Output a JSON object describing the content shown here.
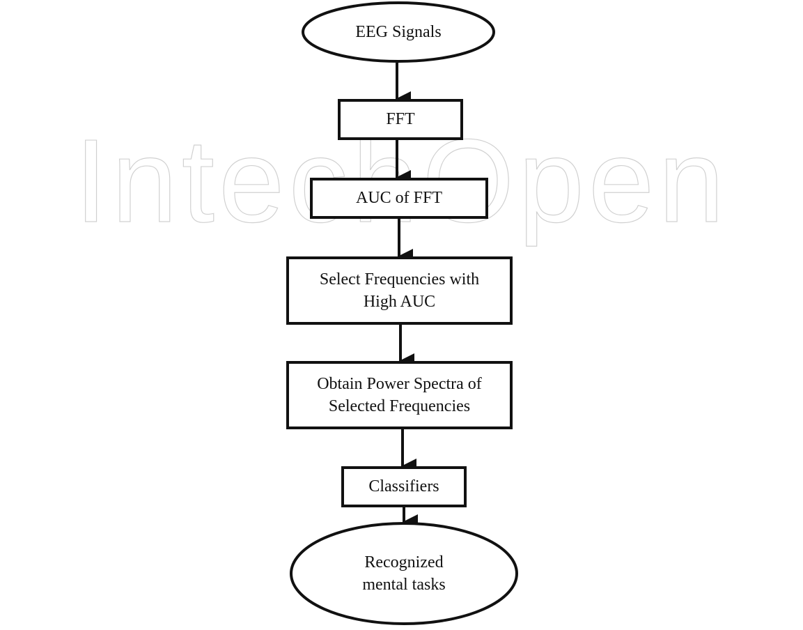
{
  "watermark": "IntechOpen",
  "nodes": [
    {
      "id": "eeg-signals",
      "shape": "ellipse",
      "lines": [
        "EEG Signals"
      ]
    },
    {
      "id": "fft",
      "shape": "rect",
      "lines": [
        "FFT"
      ]
    },
    {
      "id": "auc-of-fft",
      "shape": "rect",
      "lines": [
        "AUC of FFT"
      ]
    },
    {
      "id": "select-frequencies",
      "shape": "rect",
      "lines": [
        "Select Frequencies with",
        "High AUC"
      ]
    },
    {
      "id": "obtain-power-spectra",
      "shape": "rect",
      "lines": [
        "Obtain Power Spectra of",
        "Selected Frequencies"
      ]
    },
    {
      "id": "classifiers",
      "shape": "rect",
      "lines": [
        "Classifiers"
      ]
    },
    {
      "id": "recognized-mental-tasks",
      "shape": "ellipse",
      "lines": [
        "Recognized",
        "mental tasks"
      ]
    }
  ],
  "edges": [
    {
      "from": "eeg-signals",
      "to": "fft"
    },
    {
      "from": "fft",
      "to": "auc-of-fft"
    },
    {
      "from": "auc-of-fft",
      "to": "select-frequencies"
    },
    {
      "from": "select-frequencies",
      "to": "obtain-power-spectra"
    },
    {
      "from": "obtain-power-spectra",
      "to": "classifiers"
    },
    {
      "from": "classifiers",
      "to": "recognized-mental-tasks"
    }
  ]
}
